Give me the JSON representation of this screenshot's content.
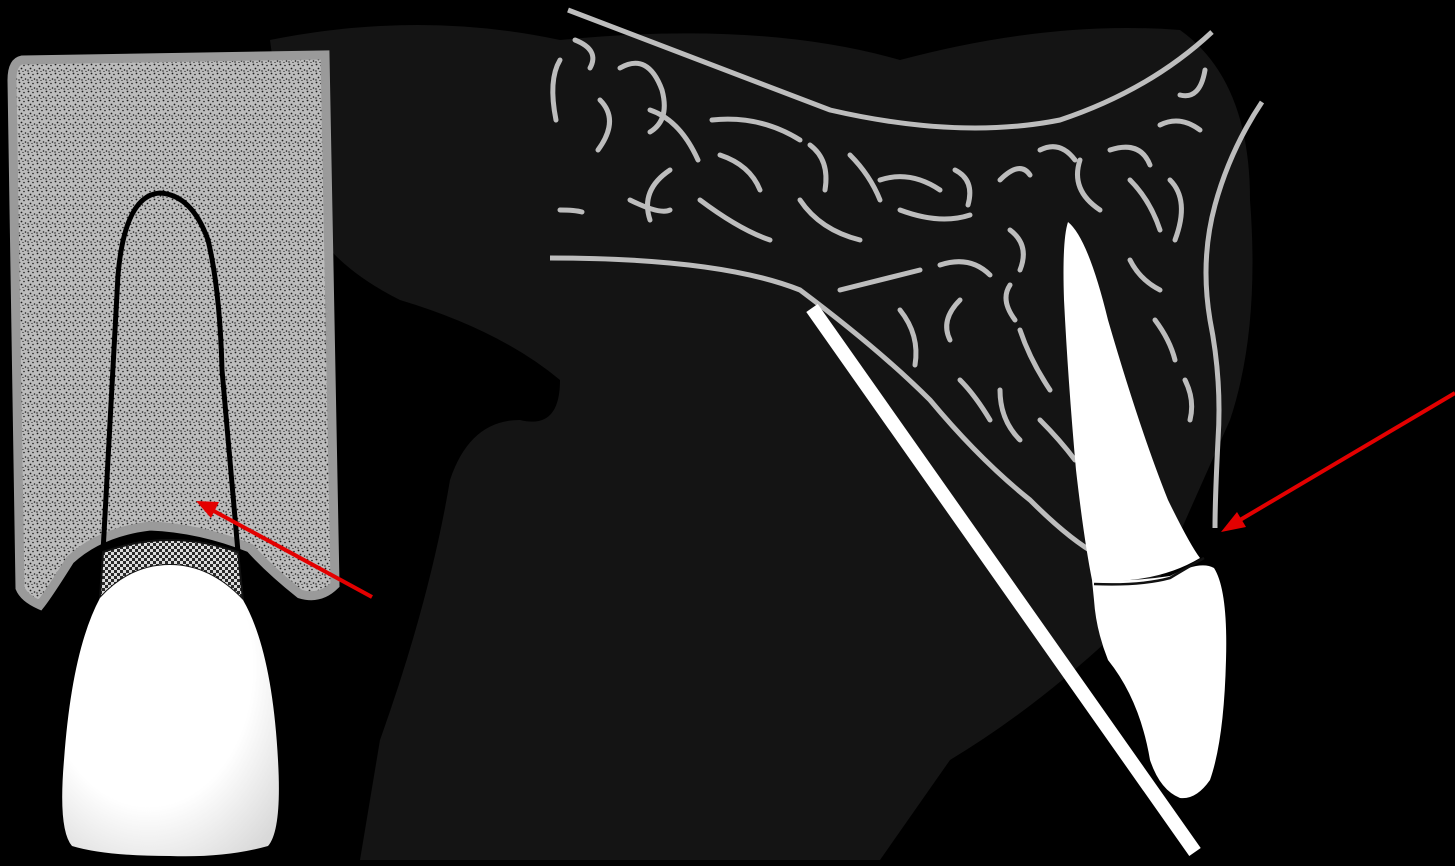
{
  "figure": {
    "panels": [
      {
        "id": "frontal-view",
        "structures": [
          "alveolar-bone",
          "tooth-root-outline",
          "cervical-band",
          "tooth-crown"
        ],
        "annotations": [
          "arrow-to-root-outline"
        ]
      },
      {
        "id": "lateral-view",
        "structures": [
          "palatal-bone-outline",
          "trabecular-pattern",
          "incisor-tooth",
          "cementoenamel-junction",
          "reference-line"
        ],
        "annotations": [
          "arrow-to-crest"
        ]
      }
    ],
    "colors": {
      "background": "#000000",
      "bone_fill": "#bcbcbc",
      "bone_dots": "#1c1c1c",
      "bone_border": "#9a9a9a",
      "tooth": "#ffffff",
      "trabecular_lines": "#bdbdbd",
      "root_outline": "#000000",
      "arrow": "#e30000",
      "reference_line": "#ffffff",
      "faint_silhouette": "#141414"
    }
  }
}
